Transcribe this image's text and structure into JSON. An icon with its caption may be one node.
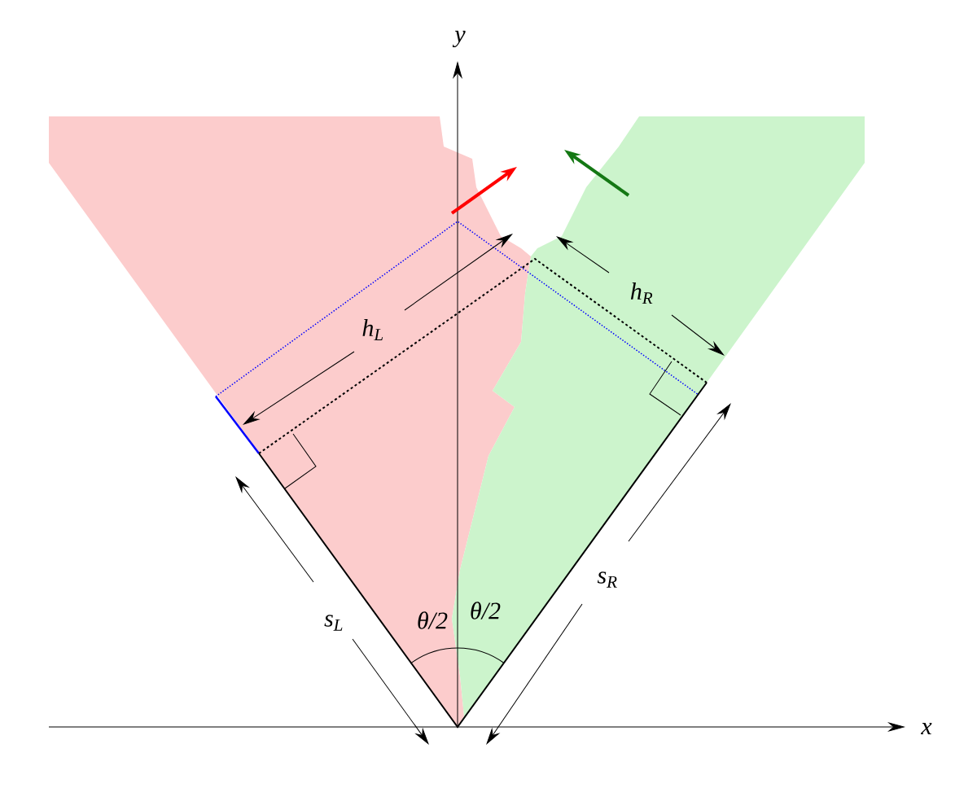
{
  "diagram": {
    "labels": [
      "y",
      "x",
      "h$_{L}$",
      "h$_{R}$",
      "s$_{L}$",
      "s$_{R}$",
      "θ/2",
      "θ/2"
    ]
  }
}
